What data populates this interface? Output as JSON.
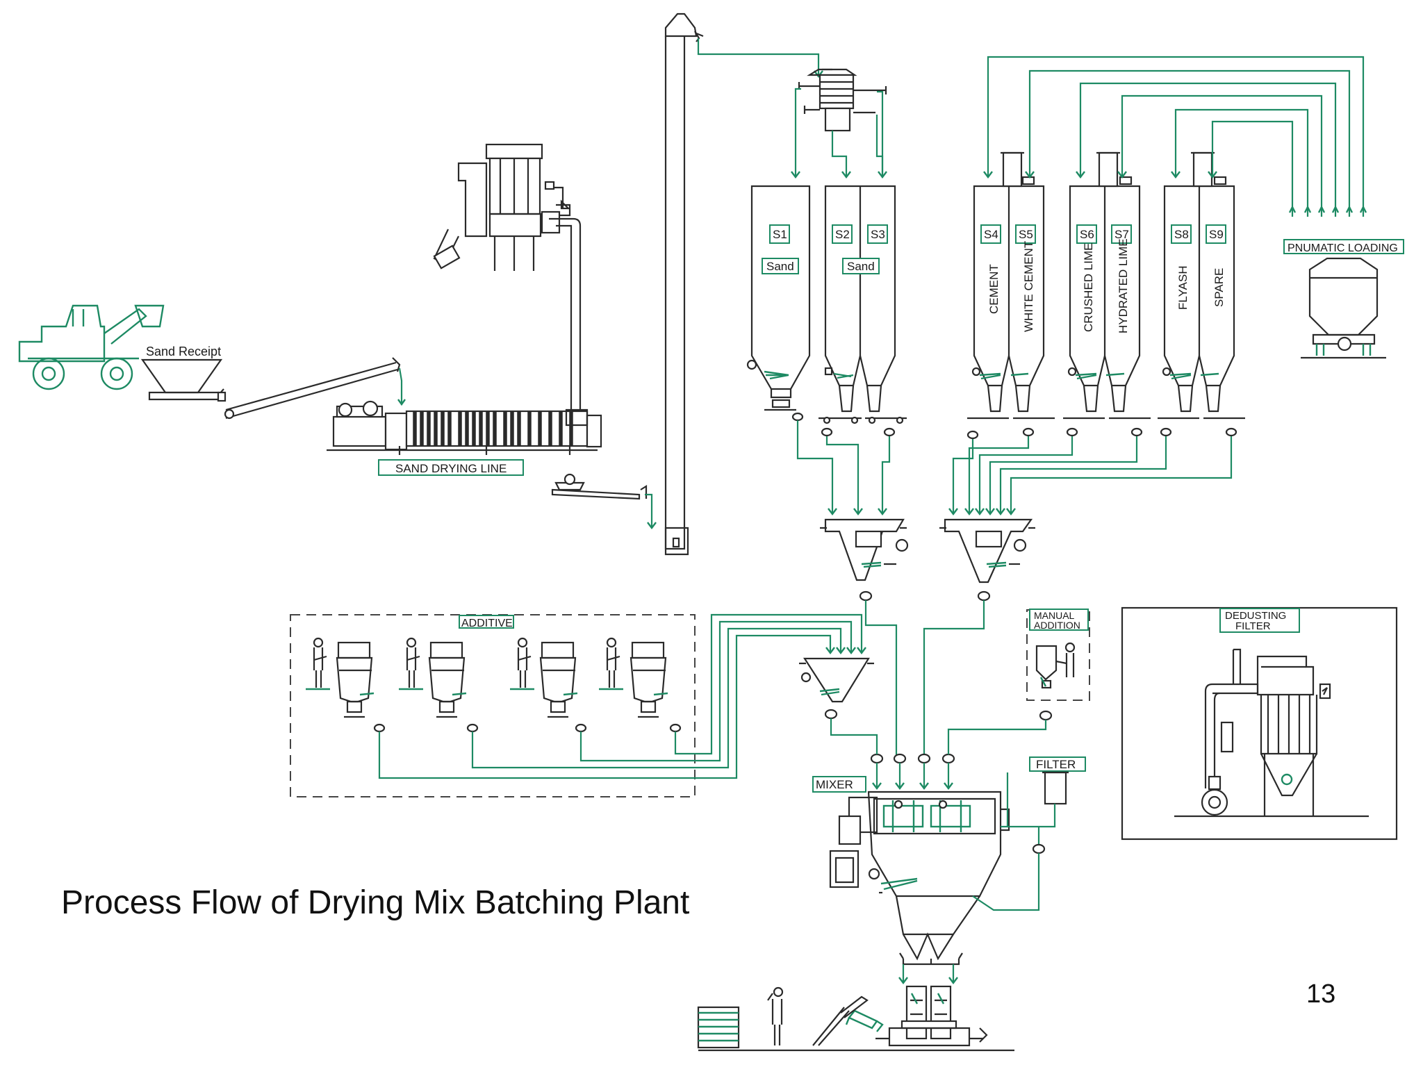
{
  "diagram": {
    "labels": {
      "sand_receipt": "Sand Receipt",
      "sand_drying_line": "SAND DRYING LINE",
      "pneumatic_loading": "PNUMATIC LOADING",
      "additive": "ADDITIVE",
      "manual_addition_1": "MANUAL",
      "manual_addition_2": "ADDITION",
      "mixer": "MIXER",
      "filter": "FILTER",
      "dedusting_filter_1": "DEDUSTING",
      "dedusting_filter_2": "FILTER"
    },
    "silos": [
      {
        "id": "S1",
        "material": "Sand"
      },
      {
        "id": "S2",
        "material": ""
      },
      {
        "id": "S3",
        "material": ""
      },
      {
        "id": "S4",
        "material": "CEMENT"
      },
      {
        "id": "S5",
        "material": "WHITE CEMENT"
      },
      {
        "id": "S6",
        "material": "CRUSHED LIME"
      },
      {
        "id": "S7",
        "material": "HYDRATED LIME"
      },
      {
        "id": "S8",
        "material": "FLYASH"
      },
      {
        "id": "S9",
        "material": "SPARE"
      }
    ],
    "shared_sand_label": "Sand"
  },
  "slide": {
    "title": "Process Flow of Drying Mix Batching Plant",
    "page_number": "13"
  },
  "colors": {
    "flow_line": "#1d8a63",
    "equipment": "#2a2a2a",
    "background": "#ffffff"
  }
}
